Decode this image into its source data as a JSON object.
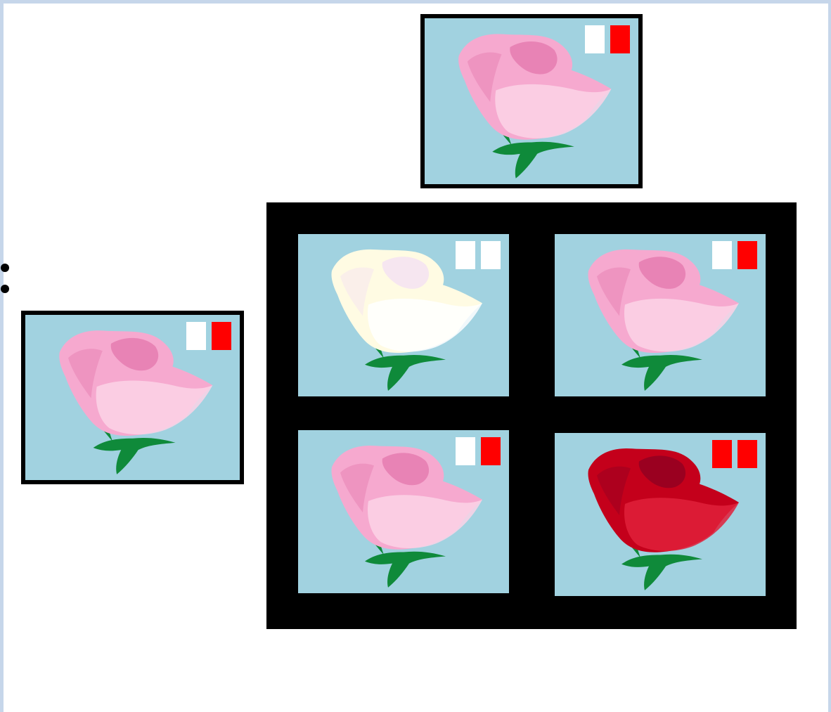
{
  "colors": {
    "card_background": "#a1d2e0",
    "white_allele": "#ffffff",
    "red_allele": "#ff0000",
    "frame": "#000000",
    "pink_petal": "#f6a9cf",
    "pink_petal_dark": "#e883b5",
    "white_petal": "#fffbe3",
    "white_petal_shade": "#f6e6f0",
    "red_petal": "#c4001b",
    "red_petal_dark": "#9a0020",
    "stem": "#0f8a3a"
  },
  "parents": [
    {
      "id": "parent-1",
      "flower_color": "pink",
      "alleles": [
        "white",
        "red"
      ]
    },
    {
      "id": "parent-2",
      "flower_color": "pink",
      "alleles": [
        "white",
        "red"
      ]
    }
  ],
  "offspring": [
    {
      "id": "offspring-ww",
      "flower_color": "white",
      "alleles": [
        "white",
        "white"
      ]
    },
    {
      "id": "offspring-wr-1",
      "flower_color": "pink",
      "alleles": [
        "white",
        "red"
      ]
    },
    {
      "id": "offspring-wr-2",
      "flower_color": "pink",
      "alleles": [
        "white",
        "red"
      ]
    },
    {
      "id": "offspring-rr",
      "flower_color": "red",
      "alleles": [
        "red",
        "red"
      ]
    }
  ]
}
